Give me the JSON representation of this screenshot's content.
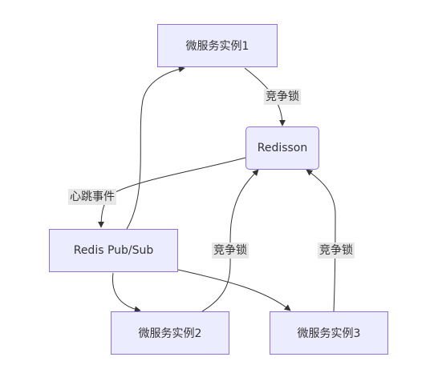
{
  "nodes": {
    "instance1": "微服务实例1",
    "instance2": "微服务实例2",
    "instance3": "微服务实例3",
    "redisson": "Redisson",
    "pubsub": "Redis Pub/Sub"
  },
  "edge_labels": {
    "instance1_lock": "竞争锁",
    "heartbeat": "心跳事件",
    "instance2_lock": "竞争锁",
    "instance3_lock": "竞争锁"
  },
  "colors": {
    "node_fill": "#ececff",
    "node_border": "#9370db",
    "edge": "#333333",
    "label_bg": "#e8e8e8"
  }
}
